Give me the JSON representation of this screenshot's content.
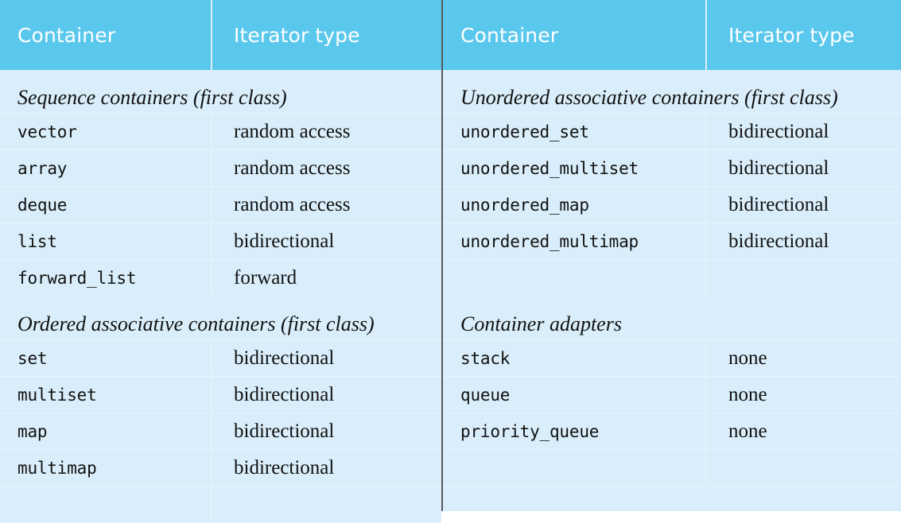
{
  "table": {
    "headers": {
      "container": "Container",
      "iterator": "Iterator type"
    },
    "colors": {
      "header_bg": "#5ac7ed",
      "header_text": "#ffffff",
      "body_bg": "#d9eefa",
      "grid_line": "#e8f5fc",
      "center_divider": "#55595c",
      "body_text": "#111111"
    },
    "left": {
      "sections": [
        {
          "title": "Sequence containers (first class)",
          "rows": [
            {
              "container": "vector",
              "iterator": "random access"
            },
            {
              "container": "array",
              "iterator": "random access"
            },
            {
              "container": "deque",
              "iterator": "random access"
            },
            {
              "container": "list",
              "iterator": "bidirectional"
            },
            {
              "container": "forward_list",
              "iterator": "forward"
            }
          ]
        },
        {
          "title": "Ordered associative containers (first class)",
          "rows": [
            {
              "container": "set",
              "iterator": "bidirectional"
            },
            {
              "container": "multiset",
              "iterator": "bidirectional"
            },
            {
              "container": "map",
              "iterator": "bidirectional"
            },
            {
              "container": "multimap",
              "iterator": "bidirectional"
            }
          ]
        }
      ]
    },
    "right": {
      "sections": [
        {
          "title": "Unordered associative containers (first class)",
          "rows": [
            {
              "container": "unordered_set",
              "iterator": "bidirectional"
            },
            {
              "container": "unordered_multiset",
              "iterator": "bidirectional"
            },
            {
              "container": "unordered_map",
              "iterator": "bidirectional"
            },
            {
              "container": "unordered_multimap",
              "iterator": "bidirectional"
            }
          ]
        },
        {
          "title": "Container adapters",
          "rows": [
            {
              "container": "stack",
              "iterator": "none"
            },
            {
              "container": "queue",
              "iterator": "none"
            },
            {
              "container": "priority_queue",
              "iterator": "none"
            }
          ]
        }
      ]
    }
  }
}
